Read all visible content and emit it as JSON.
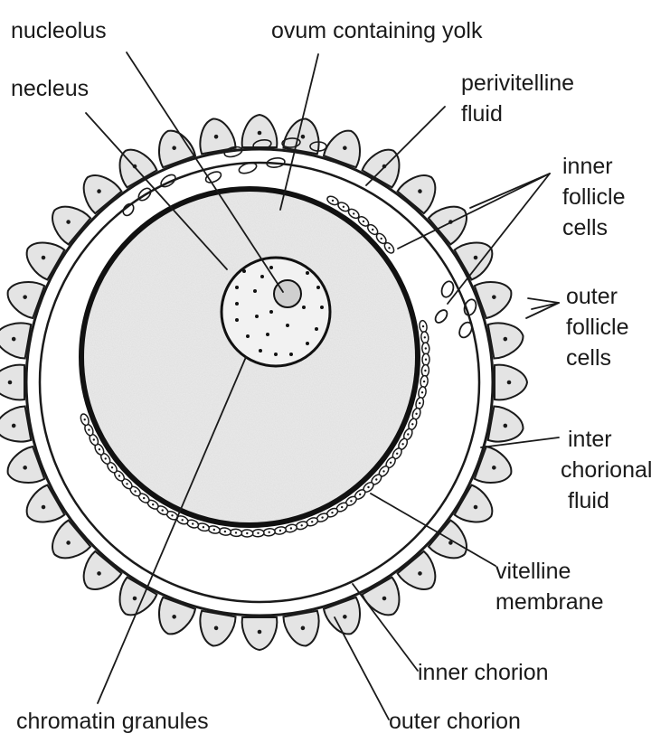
{
  "labels": {
    "nucleolus": "nucleolus",
    "ovum": "ovum containing yolk",
    "nucleus": "necleus",
    "perivitelline_1": "perivitelline",
    "perivitelline_2": "fluid",
    "inner_follicle_1": "inner",
    "inner_follicle_2": "follicle",
    "inner_follicle_3": "cells",
    "outer_follicle_1": "outer",
    "outer_follicle_2": "follicle",
    "outer_follicle_3": "cells",
    "interchorional_1": "inter",
    "interchorional_2": "chorional",
    "interchorional_3": "fluid",
    "vitelline_1": "vitelline",
    "vitelline_2": "membrane",
    "inner_chorion": "inner chorion",
    "outer_chorion": "outer chorion",
    "chromatin": "chromatin  granules"
  },
  "colors": {
    "ink": "#1a1a1a",
    "cell_fill": "#e4e4e4",
    "yolk_fill": "#ececec",
    "background": "#ffffff"
  }
}
